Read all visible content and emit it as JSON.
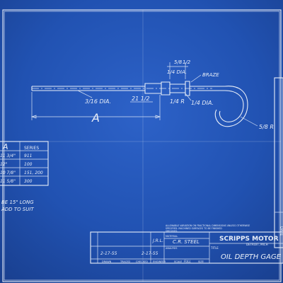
{
  "title_block": {
    "company_name": "SCRIPPS MOTOR",
    "company_location": "DETROIT, MICH",
    "material_label": "MATERIAL",
    "material_value": "C.R. STEEL",
    "analysis_label": "ANALYSIS",
    "title_label": "TITLE",
    "title_value": "OIL DEPTH GAGE",
    "date_1": "2-17-55",
    "date_2": "2-17-55",
    "initials": "J.R.L.",
    "tolerance_note_lines": [
      "ALLOWABLE VARIATION ON FRACTIONAL DIMENSIONS UNLESS OTHERWISE",
      "SPECIFIED. MACHINED SURFACES TO BE FINISHED",
      "SPECIFIED"
    ],
    "footer_labels": [
      "DRAWN",
      "TRACED",
      "CHECKED",
      "ENGINEER",
      "SCALE",
      "SIZE"
    ],
    "scale_value": "FULL",
    "side_label": "DATE"
  },
  "series_table": {
    "header_letter": "A",
    "header_series": "SERIES",
    "rows": [
      {
        "a": "11 3/4\"",
        "series": "911"
      },
      {
        "a": "12\"",
        "series": "100"
      },
      {
        "a": "10 7/8\"",
        "series": "151, 200"
      },
      {
        "a": "11 5/8\"",
        "series": "300"
      }
    ]
  },
  "notes": {
    "line_1": "BE 15\" LONG",
    "line_2": "ADD TO SUIT"
  },
  "dimensions": {
    "length_letter": "A",
    "rod_dia": "3/16 DIA.",
    "stop_dia": "1/4 DIA.",
    "stop_dia_2": "1/4 DIA.",
    "stop_radius": "1/4 R",
    "tube_dim": "21 1/2",
    "hook_radius": "5/8 R",
    "top_dim_1": "5/8",
    "top_dim_2": "1/2",
    "braze_note": "BRAZE"
  }
}
